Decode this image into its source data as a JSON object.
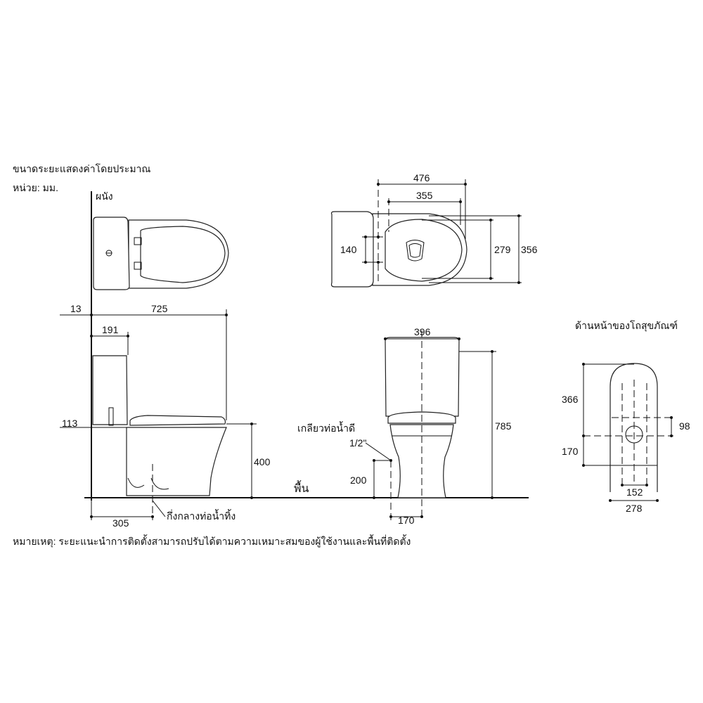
{
  "header": {
    "approx_note": "ขนาดระยะแสดงค่าโดยประมาณ",
    "unit": "หน่วย: มม."
  },
  "labels": {
    "wall": "ผนัง",
    "floor": "พื้น",
    "drain_center": "กึ่งกลางท่อน้ำทิ้ง",
    "water_thread": "เกลียวท่อน้ำดี",
    "thread_size": "1/2\"",
    "front_view_title": "ด้านหน้าของโถสุขภัณฑ์",
    "footnote": "หมายเหตุ: ระยะแนะนำการติดตั้งสามารถปรับได้ตามความเหมาะสมของผู้ใช้งานและพื้นที่ติดตั้ง"
  },
  "dimensions": {
    "wall_gap": "13",
    "total_length": "725",
    "tank_depth": "191",
    "seat_height_offset": "113",
    "seat_height": "400",
    "drain_from_wall": "305",
    "top_width_outer": "476",
    "top_width_inner": "355",
    "hinge_spacing": "140",
    "bowl_width": "279",
    "overall_width": "356",
    "tank_width": "396",
    "total_height": "785",
    "inlet_height": "200",
    "inlet_offset": "170",
    "base_upper": "366",
    "base_lower": "170",
    "hole_offset": "98",
    "bolt_spacing": "152",
    "base_width": "278"
  }
}
